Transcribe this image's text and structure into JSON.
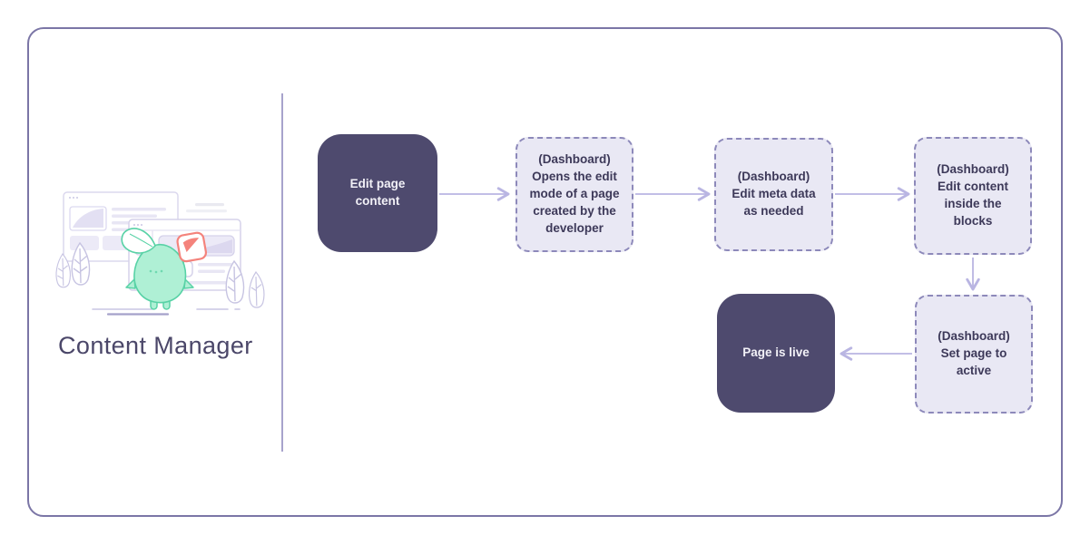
{
  "title": {
    "label": "Content Manager"
  },
  "colors": {
    "card_border": "#7b76a6",
    "divider": "#a7a3cc",
    "node_dark_bg": "#4e4a6e",
    "node_dark_text": "#f2f1f7",
    "node_light_bg": "#e9e8f4",
    "node_light_border": "#8d89ba",
    "node_light_text": "#3d3959",
    "arrow": "#b9b5e2",
    "title_text": "#4b4769",
    "mascot_teal_stroke": "#58d2a6",
    "mascot_teal_fill": "#aff0d5",
    "held_card_coral": "#f4837c",
    "illustration_outline": "#d5d2ea"
  },
  "flow": {
    "nodes": [
      {
        "id": "edit-page-content",
        "style": "solid",
        "label": "Edit page\ncontent"
      },
      {
        "id": "open-edit-mode",
        "style": "dashed",
        "label": "(Dashboard)\nOpens the edit\nmode of a page\ncreated by the\ndeveloper"
      },
      {
        "id": "edit-meta-data",
        "style": "dashed",
        "label": "(Dashboard)\nEdit meta data\nas needed"
      },
      {
        "id": "edit-content-blocks",
        "style": "dashed",
        "label": "(Dashboard)\nEdit content\ninside the\nblocks"
      },
      {
        "id": "set-page-active",
        "style": "dashed",
        "label": "(Dashboard)\nSet page to\nactive"
      },
      {
        "id": "page-is-live",
        "style": "solid",
        "label": "Page is live"
      }
    ],
    "connections": [
      {
        "from": "edit-page-content",
        "to": "open-edit-mode",
        "direction": "right"
      },
      {
        "from": "open-edit-mode",
        "to": "edit-meta-data",
        "direction": "right"
      },
      {
        "from": "edit-meta-data",
        "to": "edit-content-blocks",
        "direction": "right"
      },
      {
        "from": "edit-content-blocks",
        "to": "set-page-active",
        "direction": "down"
      },
      {
        "from": "set-page-active",
        "to": "page-is-live",
        "direction": "left"
      }
    ]
  }
}
